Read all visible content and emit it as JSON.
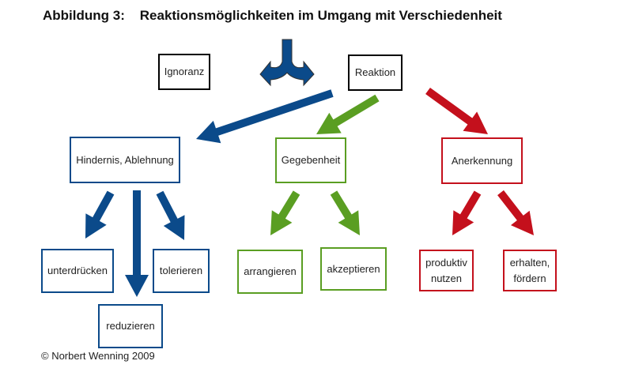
{
  "title": "Abbildung 3:    Reaktionsmöglichkeiten im Umgang mit Verschiedenheit",
  "colors": {
    "blue": "#0b4a8a",
    "green": "#5a9e22",
    "red": "#c4101c",
    "black": "#000000"
  },
  "nodes": {
    "ignoranz": "Ignoranz",
    "reaktion": "Reaktion",
    "hindernis": "Hindernis, Ablehnung",
    "gegebenheit": "Gegebenheit",
    "anerkennung": "Anerkennung",
    "unterdruecken": "unterdrücken",
    "tolerieren": "tolerieren",
    "reduzieren": "reduzieren",
    "arrangieren": "arrangieren",
    "akzeptieren": "akzeptieren",
    "produktiv_nutzen": "produktiv nutzen",
    "erhalten_foerdern": "erhalten, fördern"
  },
  "copyright": "© Norbert Wenning 2009"
}
